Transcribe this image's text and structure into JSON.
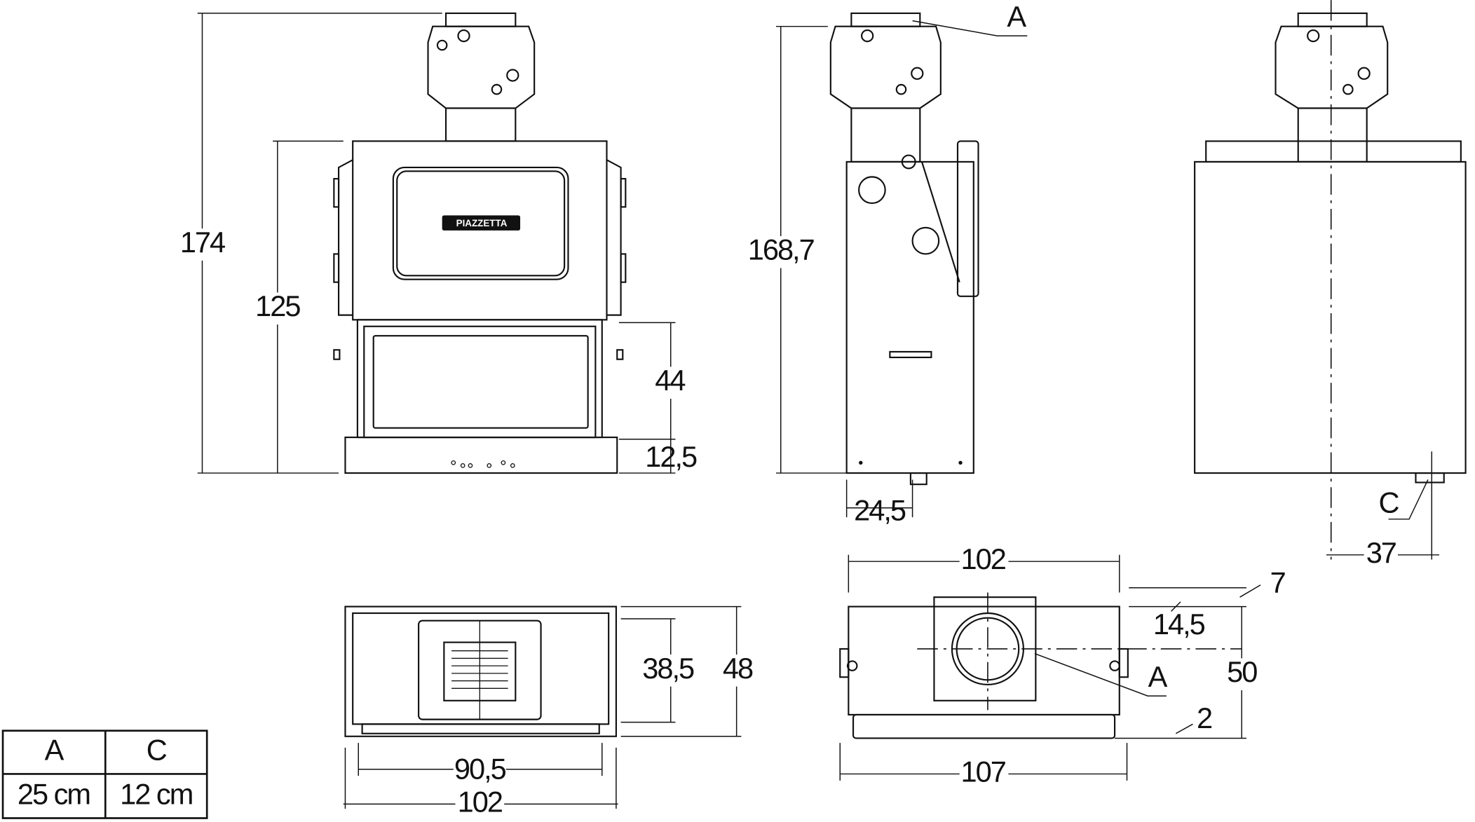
{
  "brand_logo": "PIAZZETTA",
  "front_view": {
    "height_total": "174",
    "height_body": "125",
    "door_height": "44",
    "base_height": "12,5"
  },
  "side_view": {
    "height": "168,7",
    "foot_offset": "24,5",
    "label_a": "A"
  },
  "back_view": {
    "label_c": "C",
    "offset_c": "37"
  },
  "top_view_left": {
    "depth_inner": "38,5",
    "depth_total": "48",
    "width_inner": "90,5",
    "width_total": "102"
  },
  "top_view_right": {
    "width_top": "102",
    "width_bottom": "107",
    "depth": "50",
    "dim_7": "7",
    "dim_14_5": "14,5",
    "dim_2": "2",
    "label_a": "A"
  },
  "table": {
    "headers": [
      "A",
      "C"
    ],
    "values": [
      "25 cm",
      "12 cm"
    ]
  }
}
